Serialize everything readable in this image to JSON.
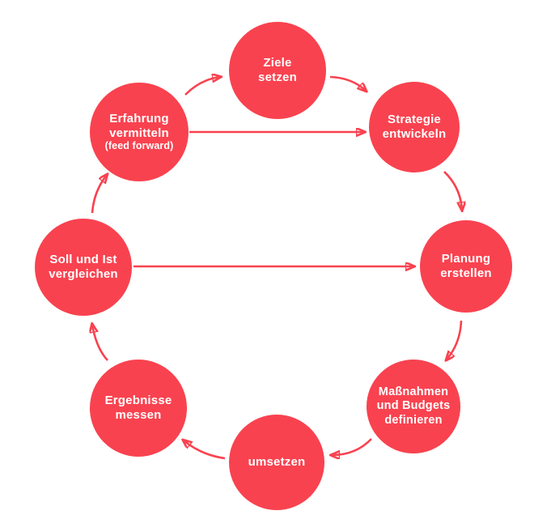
{
  "diagram": {
    "type": "cycle",
    "direction": "clockwise",
    "colors": {
      "accent": "#F9424F",
      "label_text": "#FFFFFF",
      "background": "#FFFFFF"
    }
  },
  "nodes": [
    {
      "id": "ziele-setzen",
      "label": "Ziele\nsetzen"
    },
    {
      "id": "strategie-entwickeln",
      "label": "Strategie\nentwickeln"
    },
    {
      "id": "planung-erstellen",
      "label": "Planung\nerstellen"
    },
    {
      "id": "massnahmen-und-budgets-definieren",
      "label": "Maßnahmen\nund Budgets\ndefinieren"
    },
    {
      "id": "umsetzen",
      "label": "umsetzen"
    },
    {
      "id": "ergebnisse-messen",
      "label": "Ergebnisse\nmessen"
    },
    {
      "id": "soll-und-ist-vergleichen",
      "label": "Soll und Ist\nvergleichen"
    },
    {
      "id": "erfahrung-vermitteln",
      "label": "Erfahrung\nvermitteln",
      "sublabel": "(feed forward)"
    }
  ],
  "edges": [
    {
      "from": "erfahrung-vermitteln",
      "to": "ziele-setzen",
      "shape": "curved"
    },
    {
      "from": "ziele-setzen",
      "to": "strategie-entwickeln",
      "shape": "curved"
    },
    {
      "from": "strategie-entwickeln",
      "to": "planung-erstellen",
      "shape": "curved"
    },
    {
      "from": "planung-erstellen",
      "to": "massnahmen-und-budgets-definieren",
      "shape": "curved"
    },
    {
      "from": "massnahmen-und-budgets-definieren",
      "to": "umsetzen",
      "shape": "curved"
    },
    {
      "from": "umsetzen",
      "to": "ergebnisse-messen",
      "shape": "curved"
    },
    {
      "from": "ergebnisse-messen",
      "to": "soll-und-ist-vergleichen",
      "shape": "curved"
    },
    {
      "from": "soll-und-ist-vergleichen",
      "to": "erfahrung-vermitteln",
      "shape": "curved"
    },
    {
      "from": "erfahrung-vermitteln",
      "to": "strategie-entwickeln",
      "shape": "straight"
    },
    {
      "from": "soll-und-ist-vergleichen",
      "to": "planung-erstellen",
      "shape": "straight"
    }
  ]
}
